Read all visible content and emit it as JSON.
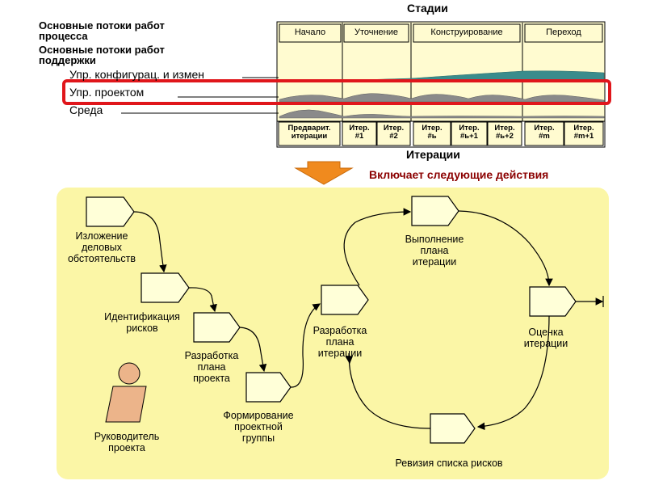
{
  "header": {
    "stages_title": "Стадии",
    "iterations_title": "Итерации",
    "left_titles": [
      "Основные потоки работ процесса",
      "Основные потоки работ поддержки"
    ],
    "left_title_lines": [
      "Основные потоки работ",
      "процесса",
      "Основные потоки работ",
      "поддержки"
    ]
  },
  "stages": [
    "Начало",
    "Уточнение",
    "Конструирование",
    "Переход"
  ],
  "workflows": [
    {
      "label": "Упр. конфигурац. и измен"
    },
    {
      "label": "Упр. проектом",
      "highlighted": true
    },
    {
      "label": "Среда"
    }
  ],
  "iterations": [
    {
      "line1": "Предварит.",
      "line2": "итерации"
    },
    {
      "line1": "Итер.",
      "line2": "#1"
    },
    {
      "line1": "Итер.",
      "line2": "#2"
    },
    {
      "line1": "Итер.",
      "line2": "#ь"
    },
    {
      "line1": "Итер.",
      "line2": "#ь+1"
    },
    {
      "line1": "Итер.",
      "line2": "#ь+2"
    },
    {
      "line1": "Итер.",
      "line2": "#m"
    },
    {
      "line1": "Итер.",
      "line2": "#m+1"
    }
  ],
  "includes_text": "Включает следующие действия",
  "activities": [
    {
      "lines": [
        "Изложение",
        "деловых",
        "обстоятельств"
      ]
    },
    {
      "lines": [
        "Идентификация",
        "рисков"
      ]
    },
    {
      "lines": [
        "Разработка",
        "плана",
        "проекта"
      ]
    },
    {
      "lines": [
        "Формирование",
        "проектной",
        "группы"
      ]
    },
    {
      "lines": [
        "Разработка",
        "плана",
        "итерации"
      ]
    },
    {
      "lines": [
        "Выполнение",
        "плана",
        "итерации"
      ]
    },
    {
      "lines": [
        "Оценка",
        "итерации"
      ]
    },
    {
      "lines": [
        "Ревизия списка рисков"
      ]
    }
  ],
  "actor": {
    "lines": [
      "Руководитель",
      "проекта"
    ]
  },
  "colors": {
    "chart_bg": "#fffbd0",
    "panel_bg": "#fbf6a6",
    "teal": "#3a8c8c",
    "gray": "#8a8a8a",
    "highlight": "#e0161b",
    "arrow": "#f08a1e",
    "shape_fill": "#ffffd8"
  }
}
